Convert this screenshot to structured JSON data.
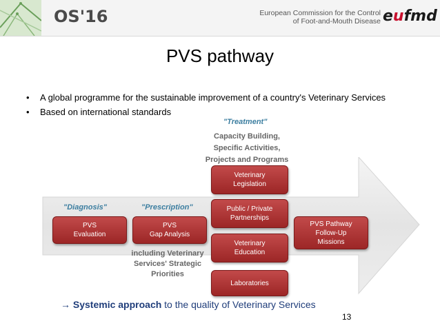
{
  "header": {
    "conference_logo": "OS'16",
    "organization_line1": "European Commission for the Control",
    "organization_line2": "of Foot-and-Mouth Disease",
    "organization_logo_prefix": "e",
    "organization_logo_u": "u",
    "organization_logo_suffix": "fmd"
  },
  "slide": {
    "title": "PVS pathway",
    "bullets": [
      "A global programme for the sustainable improvement of a country's Veterinary Services",
      "Based on international standards"
    ]
  },
  "diagram": {
    "treatment_label": "\"Treatment\"",
    "treatment_description": "Capacity Building, Specific Activities, Projects and Programs",
    "diagnosis_label": "\"Diagnosis\"",
    "prescription_label": "\"Prescription\"",
    "boxes": {
      "pvs_evaluation": "PVS\nEvaluation",
      "pvs_gap_analysis": "PVS\nGap Analysis",
      "veterinary_legislation": "Veterinary\nLegislation",
      "public_private_partnerships": "Public / Private\nPartnerships",
      "veterinary_education": "Veterinary\nEducation",
      "laboratories": "Laboratories",
      "pvs_followup": "PVS Pathway\nFollow-Up\nMissions"
    },
    "gap_analysis_description": "including Veterinary Services' Strategic Priorities"
  },
  "footer": {
    "arrow_glyph": "→",
    "emphasis": "Systemic approach",
    "rest": " to the quality of Veterinary Services"
  },
  "page_number": "13",
  "colors": {
    "box_red": "#a83232",
    "label_blue": "#3c7ea0",
    "footer_blue": "#1f3d7a",
    "arrow_gray": "#e9e9e9"
  }
}
